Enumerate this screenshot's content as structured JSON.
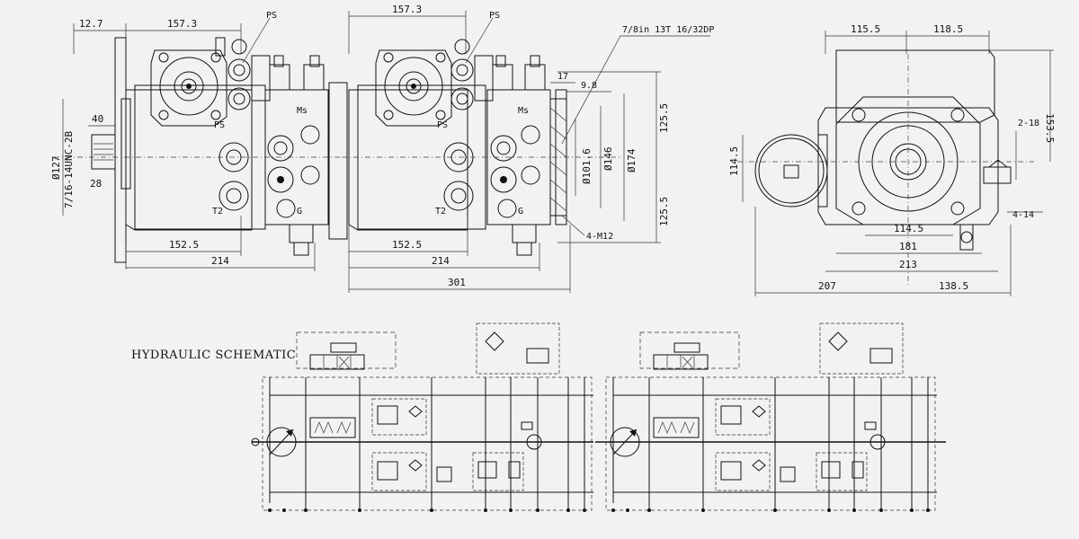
{
  "front_view_1": {
    "dims": [
      "12.7",
      "157.3",
      "152.5",
      "214",
      "40",
      "28"
    ],
    "dia_127": "Ø127",
    "thread": "7/16-14UNC-2B",
    "labels": [
      "PS",
      "PS",
      "T2",
      "G",
      "Ms"
    ]
  },
  "front_view_2": {
    "dims": [
      "157.3",
      "152.5",
      "214",
      "301",
      "17",
      "9.8"
    ],
    "labels": [
      "PS",
      "PS",
      "T2",
      "G",
      "Ms"
    ],
    "spline": "7/8in 13T 16/32DP",
    "bolt": "4-M12",
    "dia_vert": [
      "Ø101.6",
      "Ø146",
      "Ø174"
    ],
    "vert": [
      "125.5",
      "125.5"
    ]
  },
  "side_view": {
    "dims": [
      "115.5",
      "118.5",
      "114.5",
      "181",
      "213",
      "207",
      "138.5",
      "114.5",
      "153.5"
    ],
    "holes": [
      "2-18",
      "4-14"
    ]
  },
  "schematic": {
    "title": "HYDRAULIC SCHEMATIC"
  }
}
